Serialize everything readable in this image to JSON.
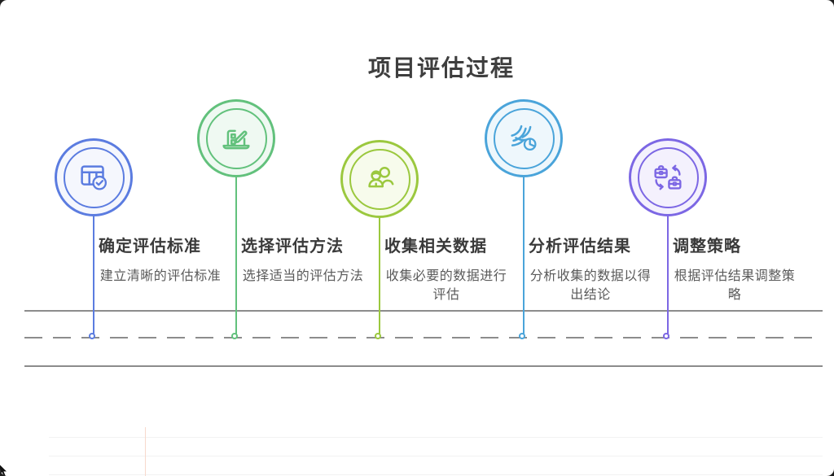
{
  "page": {
    "title": "项目评估过程",
    "background": "#ffffff"
  },
  "steps": [
    {
      "title": "确定评估标准",
      "description": "建立清晰的评估标准",
      "color": "#5b7ce0",
      "tint": "#f5f7fd",
      "icon": "table-check-icon"
    },
    {
      "title": "选择评估方法",
      "description": "选择适当的评估方法",
      "color": "#62c17c",
      "tint": "#eff9f2",
      "icon": "laptop-edit-icon"
    },
    {
      "title": "收集相关数据",
      "description": "收集必要的数据进行评估",
      "color": "#9bc83e",
      "tint": "#f7fbec",
      "icon": "users-icon"
    },
    {
      "title": "分析评估结果",
      "description": "分析收集的数据以得出结论",
      "color": "#4aa4da",
      "tint": "#eef7fc",
      "icon": "wind-pie-icon"
    },
    {
      "title": "调整策略",
      "description": "根据评估结果调整策略",
      "color": "#7c67e4",
      "tint": "#f4f1fd",
      "icon": "briefcase-swap-icon"
    }
  ],
  "timeline": {
    "line_color": "#8c8c8c",
    "text_color": "#3a3a3a",
    "subtext_color": "#5a5a5a"
  }
}
